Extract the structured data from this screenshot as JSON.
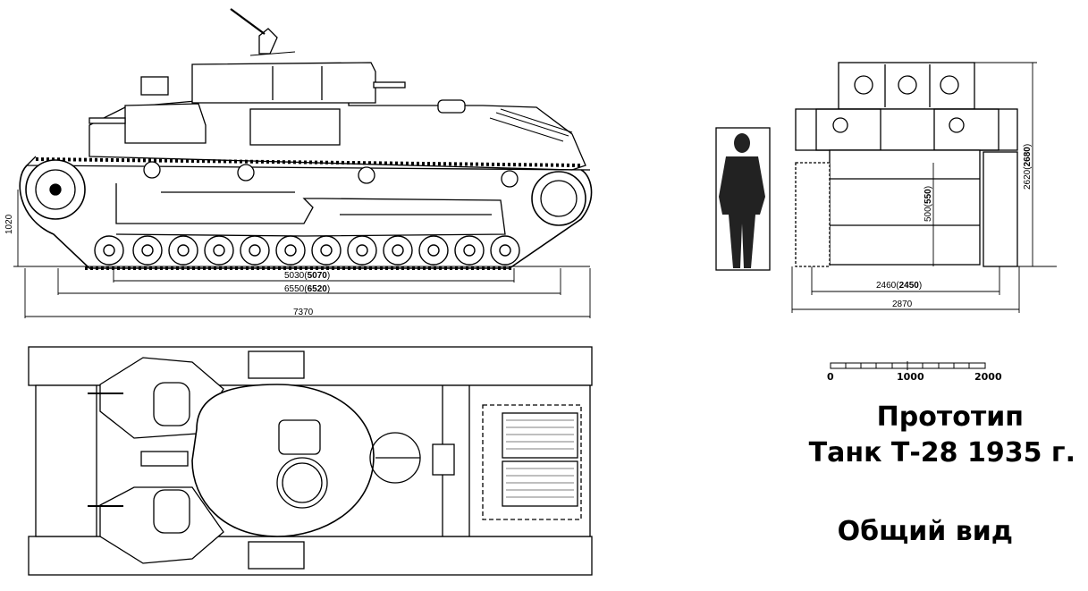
{
  "title": {
    "line1": "Прототип",
    "line2": "Танк Т-28 1935 г.",
    "line3": "Общий вид"
  },
  "side_view": {
    "height_label": "1020",
    "wheelbase": {
      "base": "5030(",
      "bold": "5070",
      "close": ")"
    },
    "track_length": {
      "base": "6550(",
      "bold": "6520",
      "close": ")"
    },
    "overall_length": "7370"
  },
  "front_view": {
    "track_gauge": {
      "base": "2460(",
      "bold": "2450",
      "close": ")"
    },
    "overall_width": "2870",
    "hull_height": {
      "base": "500(",
      "bold": "550",
      "close": ")"
    },
    "overall_height": {
      "base": "2620(",
      "bold": "2680",
      "close": ")"
    }
  },
  "scale_bar": {
    "labels": [
      "0",
      "1000",
      "2000"
    ]
  }
}
